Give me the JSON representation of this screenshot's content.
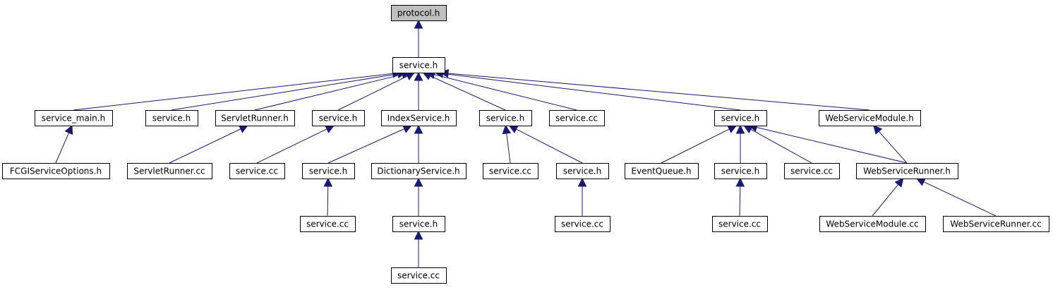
{
  "colors": {
    "edge": "#191970",
    "node_fill": "#ffffff",
    "root_fill": "#bfbfbf",
    "border": "#000000"
  },
  "diagram": {
    "nodes": [
      {
        "id": "protocol_h",
        "label": "protocol.h",
        "root": true
      },
      {
        "id": "service_h_top",
        "label": "service.h"
      },
      {
        "id": "service_main_h",
        "label": "service_main.h"
      },
      {
        "id": "service_h_a",
        "label": "service.h"
      },
      {
        "id": "servletrunner_h",
        "label": "ServletRunner.h"
      },
      {
        "id": "service_h_b",
        "label": "service.h"
      },
      {
        "id": "indexservice_h",
        "label": "IndexService.h"
      },
      {
        "id": "service_h_c",
        "label": "service.h"
      },
      {
        "id": "service_cc_r2",
        "label": "service.cc"
      },
      {
        "id": "service_h_d",
        "label": "service.h"
      },
      {
        "id": "webservicemodule_h",
        "label": "WebServiceModule.h"
      },
      {
        "id": "fcgiserviceoptions_h",
        "label": "FCGIServiceOptions.h"
      },
      {
        "id": "servletrunner_cc",
        "label": "ServletRunner.cc"
      },
      {
        "id": "service_cc_b",
        "label": "service.cc"
      },
      {
        "id": "service_h_e",
        "label": "service.h"
      },
      {
        "id": "dictionaryservice_h",
        "label": "DictionaryService.h"
      },
      {
        "id": "service_cc_c1",
        "label": "service.cc"
      },
      {
        "id": "service_h_f",
        "label": "service.h"
      },
      {
        "id": "eventqueue_h",
        "label": "EventQueue.h"
      },
      {
        "id": "service_h_g",
        "label": "service.h"
      },
      {
        "id": "service_cc_d",
        "label": "service.cc"
      },
      {
        "id": "webservicerunner_h",
        "label": "WebServiceRunner.h"
      },
      {
        "id": "service_cc_e",
        "label": "service.cc"
      },
      {
        "id": "service_h_h",
        "label": "service.h"
      },
      {
        "id": "service_cc_f",
        "label": "service.cc"
      },
      {
        "id": "service_cc_g",
        "label": "service.cc"
      },
      {
        "id": "webservicemodule_cc",
        "label": "WebServiceModule.cc"
      },
      {
        "id": "webservicerunner_cc",
        "label": "WebServiceRunner.cc"
      },
      {
        "id": "service_cc_h",
        "label": "service.cc"
      }
    ],
    "edges": [
      {
        "from": "service_h_top",
        "to": "protocol_h"
      },
      {
        "from": "service_main_h",
        "to": "service_h_top"
      },
      {
        "from": "service_h_a",
        "to": "service_h_top"
      },
      {
        "from": "servletrunner_h",
        "to": "service_h_top"
      },
      {
        "from": "service_h_b",
        "to": "service_h_top"
      },
      {
        "from": "indexservice_h",
        "to": "service_h_top"
      },
      {
        "from": "service_h_c",
        "to": "service_h_top"
      },
      {
        "from": "service_cc_r2",
        "to": "service_h_top"
      },
      {
        "from": "service_h_d",
        "to": "service_h_top"
      },
      {
        "from": "webservicemodule_h",
        "to": "service_h_top"
      },
      {
        "from": "fcgiserviceoptions_h",
        "to": "service_main_h"
      },
      {
        "from": "servletrunner_cc",
        "to": "servletrunner_h"
      },
      {
        "from": "service_cc_b",
        "to": "service_h_b"
      },
      {
        "from": "service_h_e",
        "to": "indexservice_h"
      },
      {
        "from": "dictionaryservice_h",
        "to": "indexservice_h"
      },
      {
        "from": "service_cc_c1",
        "to": "service_h_c"
      },
      {
        "from": "service_h_f",
        "to": "service_h_c"
      },
      {
        "from": "eventqueue_h",
        "to": "service_h_d"
      },
      {
        "from": "service_h_g",
        "to": "service_h_d"
      },
      {
        "from": "service_cc_d",
        "to": "service_h_d"
      },
      {
        "from": "webservicerunner_h",
        "to": "service_h_d"
      },
      {
        "from": "webservicerunner_h",
        "to": "webservicemodule_h"
      },
      {
        "from": "service_cc_e",
        "to": "service_h_e"
      },
      {
        "from": "service_h_h",
        "to": "dictionaryservice_h"
      },
      {
        "from": "service_cc_f",
        "to": "service_h_f"
      },
      {
        "from": "service_cc_g",
        "to": "service_h_g"
      },
      {
        "from": "webservicemodule_cc",
        "to": "webservicerunner_h"
      },
      {
        "from": "webservicerunner_cc",
        "to": "webservicerunner_h"
      },
      {
        "from": "service_cc_h",
        "to": "service_h_h"
      }
    ]
  }
}
